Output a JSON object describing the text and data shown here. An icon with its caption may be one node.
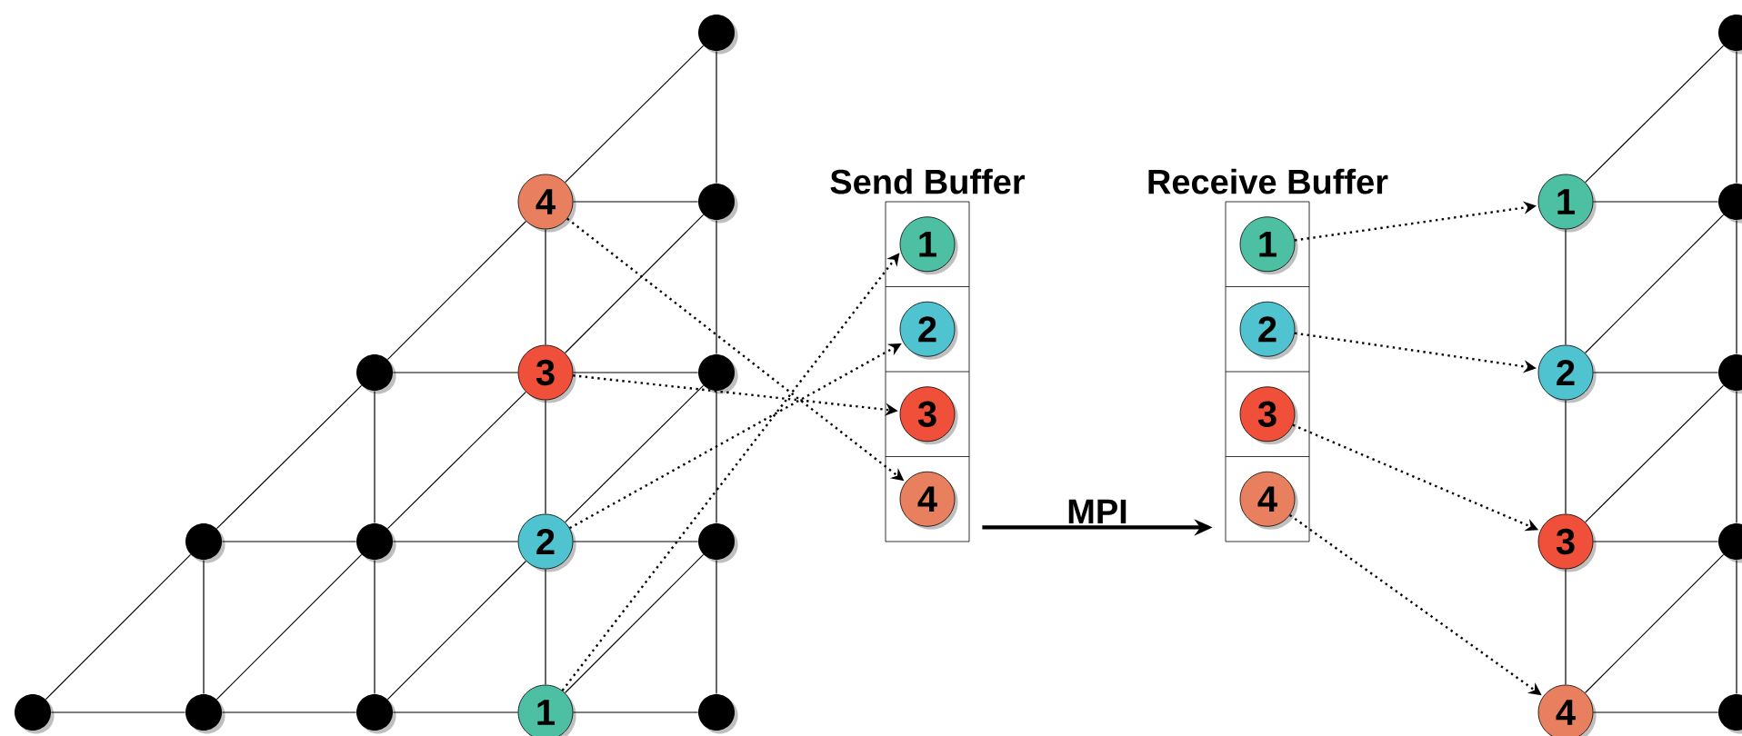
{
  "diagram": {
    "nodes": [
      {
        "text": [],
        "shape": "circle"
      },
      {
        "text": [
          "4"
        ]
      },
      {
        "text": [],
        "shape": "circle"
      },
      {
        "text": [],
        "shape": "circle"
      },
      {
        "text": [
          "3"
        ]
      },
      {
        "text": [],
        "shape": "circle"
      },
      {
        "text": [],
        "shape": "circle"
      },
      {
        "text": [],
        "shape": "circle"
      },
      {
        "text": [
          "2"
        ]
      },
      {
        "text": [],
        "shape": "circle"
      },
      {
        "text": [],
        "shape": "circle"
      },
      {
        "text": [],
        "shape": "circle"
      },
      {
        "text": [],
        "shape": "circle"
      },
      {
        "text": [
          "1"
        ]
      },
      {
        "text": [],
        "shape": "circle"
      },
      {
        "text": [
          "Send Buffer"
        ]
      },
      {
        "text": [
          "1"
        ],
        "in": 15
      },
      {
        "text": [
          "2"
        ],
        "in": 15
      },
      {
        "text": [
          "3"
        ],
        "in": 15
      },
      {
        "text": [
          "4"
        ],
        "in": 15
      },
      {
        "text": [
          "Receive Buffer"
        ]
      },
      {
        "text": [
          "1"
        ],
        "in": 20
      },
      {
        "text": [
          "2"
        ],
        "in": 20
      },
      {
        "text": [
          "3"
        ],
        "in": 20
      },
      {
        "text": [
          "4"
        ],
        "in": 20
      },
      {
        "text": [],
        "shape": "circle"
      },
      {
        "text": [
          "1"
        ]
      },
      {
        "text": [],
        "shape": "circle"
      },
      {
        "text": [
          "2"
        ]
      },
      {
        "text": [],
        "shape": "circle"
      },
      {
        "text": [
          "3"
        ]
      },
      {
        "text": [],
        "shape": "circle"
      },
      {
        "text": [
          "4"
        ]
      },
      {
        "text": [],
        "shape": "circle"
      }
    ],
    "edges": [
      {
        "from": 1,
        "to": 2,
        "arrow": "none"
      },
      {
        "from": 3,
        "to": 4,
        "arrow": "none"
      },
      {
        "from": 4,
        "to": 5,
        "arrow": "none"
      },
      {
        "from": 6,
        "to": 7,
        "arrow": "none"
      },
      {
        "from": 7,
        "to": 8,
        "arrow": "none"
      },
      {
        "from": 8,
        "to": 9,
        "arrow": "none"
      },
      {
        "from": 10,
        "to": 11,
        "arrow": "none"
      },
      {
        "from": 11,
        "to": 12,
        "arrow": "none"
      },
      {
        "from": 12,
        "to": 13,
        "arrow": "none"
      },
      {
        "from": 13,
        "to": 14,
        "arrow": "none"
      },
      {
        "from": 6,
        "to": 11,
        "arrow": "none"
      },
      {
        "from": 3,
        "to": 7,
        "arrow": "none"
      },
      {
        "from": 7,
        "to": 12,
        "arrow": "none"
      },
      {
        "from": 1,
        "to": 4,
        "arrow": "none"
      },
      {
        "from": 4,
        "to": 8,
        "arrow": "none"
      },
      {
        "from": 8,
        "to": 13,
        "arrow": "none"
      },
      {
        "from": 0,
        "to": 2,
        "arrow": "none"
      },
      {
        "from": 2,
        "to": 5,
        "arrow": "none"
      },
      {
        "from": 5,
        "to": 9,
        "arrow": "none"
      },
      {
        "from": 9,
        "to": 14,
        "arrow": "none"
      },
      {
        "from": 10,
        "to": 6,
        "arrow": "none"
      },
      {
        "from": 11,
        "to": 7,
        "arrow": "none"
      },
      {
        "from": 12,
        "to": 8,
        "arrow": "none"
      },
      {
        "from": 13,
        "to": 9,
        "arrow": "none"
      },
      {
        "from": 6,
        "to": 3,
        "arrow": "none"
      },
      {
        "from": 7,
        "to": 4,
        "arrow": "none"
      },
      {
        "from": 8,
        "to": 5,
        "arrow": "none"
      },
      {
        "from": 3,
        "to": 1,
        "arrow": "none"
      },
      {
        "from": 4,
        "to": 2,
        "arrow": "none"
      },
      {
        "from": 1,
        "to": 0,
        "arrow": "none"
      },
      {
        "from": 13,
        "to": 16,
        "arrow": "to",
        "style": "dashed"
      },
      {
        "from": 8,
        "to": 17,
        "arrow": "to",
        "style": "dashed"
      },
      {
        "from": 4,
        "to": 18,
        "arrow": "to",
        "style": "dashed"
      },
      {
        "from": 1,
        "to": 19,
        "arrow": "to",
        "style": "dashed"
      },
      {
        "from": 15,
        "to": 20,
        "arrow": "to",
        "label": "MPI",
        "style": "thick"
      },
      {
        "from": 21,
        "to": 26,
        "arrow": "to",
        "style": "dashed"
      },
      {
        "from": 22,
        "to": 28,
        "arrow": "to",
        "style": "dashed"
      },
      {
        "from": 23,
        "to": 30,
        "arrow": "to",
        "style": "dashed"
      },
      {
        "from": 24,
        "to": 32,
        "arrow": "to",
        "style": "dashed"
      },
      {
        "from": 26,
        "to": 25,
        "arrow": "none"
      },
      {
        "from": 28,
        "to": 27,
        "arrow": "none"
      },
      {
        "from": 30,
        "to": 29,
        "arrow": "none"
      },
      {
        "from": 32,
        "to": 31,
        "arrow": "none"
      },
      {
        "from": 26,
        "to": 27,
        "arrow": "none"
      },
      {
        "from": 28,
        "to": 29,
        "arrow": "none"
      },
      {
        "from": 30,
        "to": 31,
        "arrow": "none"
      },
      {
        "from": 32,
        "to": 33,
        "arrow": "none"
      },
      {
        "from": 26,
        "to": 28,
        "arrow": "none"
      },
      {
        "from": 28,
        "to": 30,
        "arrow": "none"
      },
      {
        "from": 30,
        "to": 32,
        "arrow": "none"
      },
      {
        "from": 25,
        "to": 27,
        "arrow": "none"
      },
      {
        "from": 27,
        "to": 29,
        "arrow": "none"
      },
      {
        "from": 29,
        "to": 31,
        "arrow": "none"
      },
      {
        "from": 31,
        "to": 33,
        "arrow": "none"
      }
    ]
  }
}
